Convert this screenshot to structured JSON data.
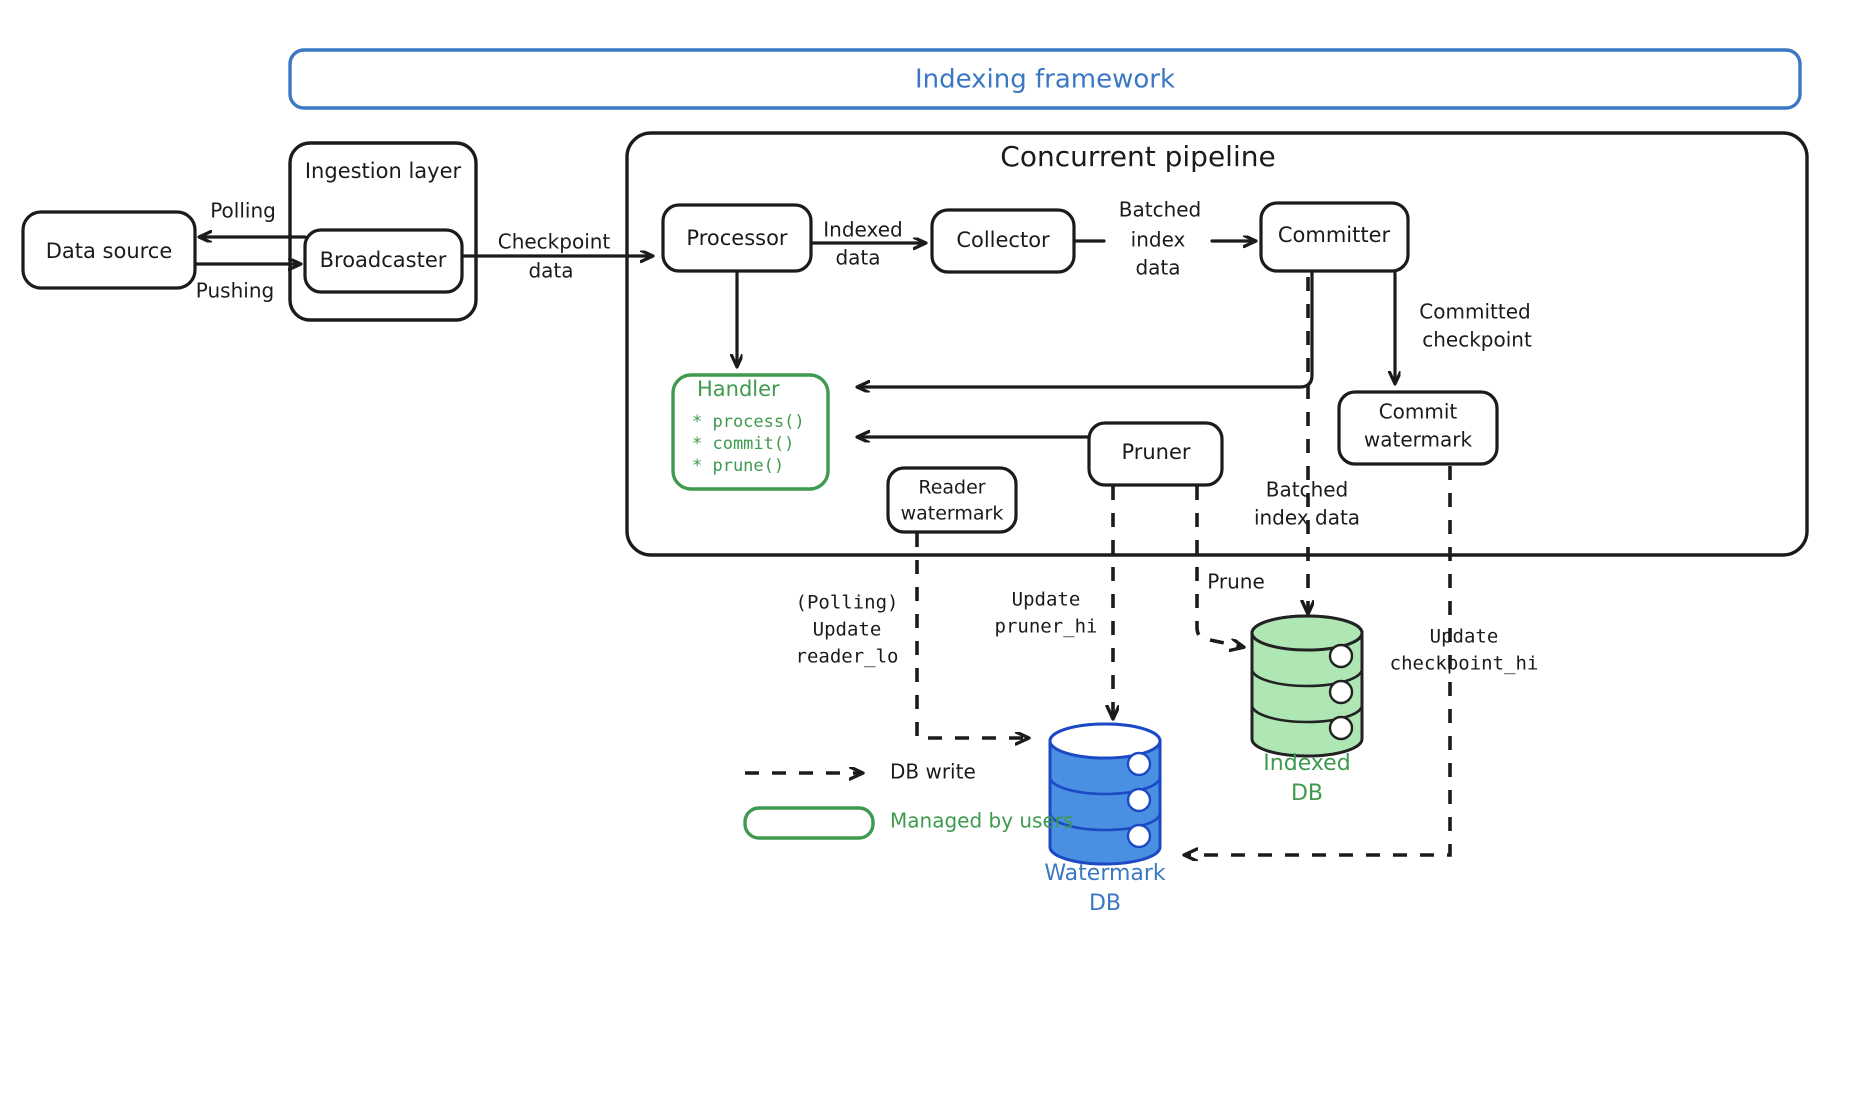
{
  "diagram": {
    "title": "Indexing framework",
    "groups": {
      "framework": "Indexing framework",
      "ingestion": "Ingestion layer",
      "pipeline": "Concurrent pipeline"
    },
    "nodes": {
      "data_source": "Data source",
      "broadcaster": "Broadcaster",
      "processor": "Processor",
      "collector": "Collector",
      "committer": "Committer",
      "commit_watermark_l1": "Commit",
      "commit_watermark_l2": "watermark",
      "reader_watermark_l1": "Reader",
      "reader_watermark_l2": "watermark",
      "pruner": "Pruner",
      "handler_title": "Handler",
      "handler_methods": [
        "* process()",
        "* commit()",
        "* prune()"
      ]
    },
    "databases": {
      "indexed": {
        "line1": "Indexed",
        "line2": "DB",
        "color": "#3e9a4e",
        "fill": "#aee6b4"
      },
      "watermark": {
        "line1": "Watermark",
        "line2": "DB",
        "color": "#3b78c3",
        "fill": "#4a90e2"
      }
    },
    "edge_labels": {
      "polling": "Polling",
      "pushing": "Pushing",
      "checkpoint_l1": "Checkpoint",
      "checkpoint_l2": "data",
      "indexed_l1": "Indexed",
      "indexed_l2": "data",
      "batched_l1": "Batched",
      "batched_l2": "index",
      "batched_l3": "data",
      "committed_l1": "Committed",
      "committed_l2": "checkpoint",
      "batched2_l1": "Batched",
      "batched2_l2": "index data",
      "prune": "Prune",
      "polling_update_l1": "(Polling)",
      "polling_update_l2": "Update",
      "polling_update_l3": "reader_lo",
      "update_pruner_l1": "Update",
      "update_pruner_l2": "pruner_hi",
      "update_checkpoint_l1": "Update",
      "update_checkpoint_l2": "checkpoint_hi"
    },
    "legend": {
      "db_write": "DB write",
      "managed_by_users": "Managed by users"
    },
    "colors": {
      "black": "#1b1b1b",
      "green": "#3e9a4e",
      "blue": "#3b78c3",
      "green_fill": "#aee6b4",
      "blue_fill": "#4a90e2"
    }
  }
}
